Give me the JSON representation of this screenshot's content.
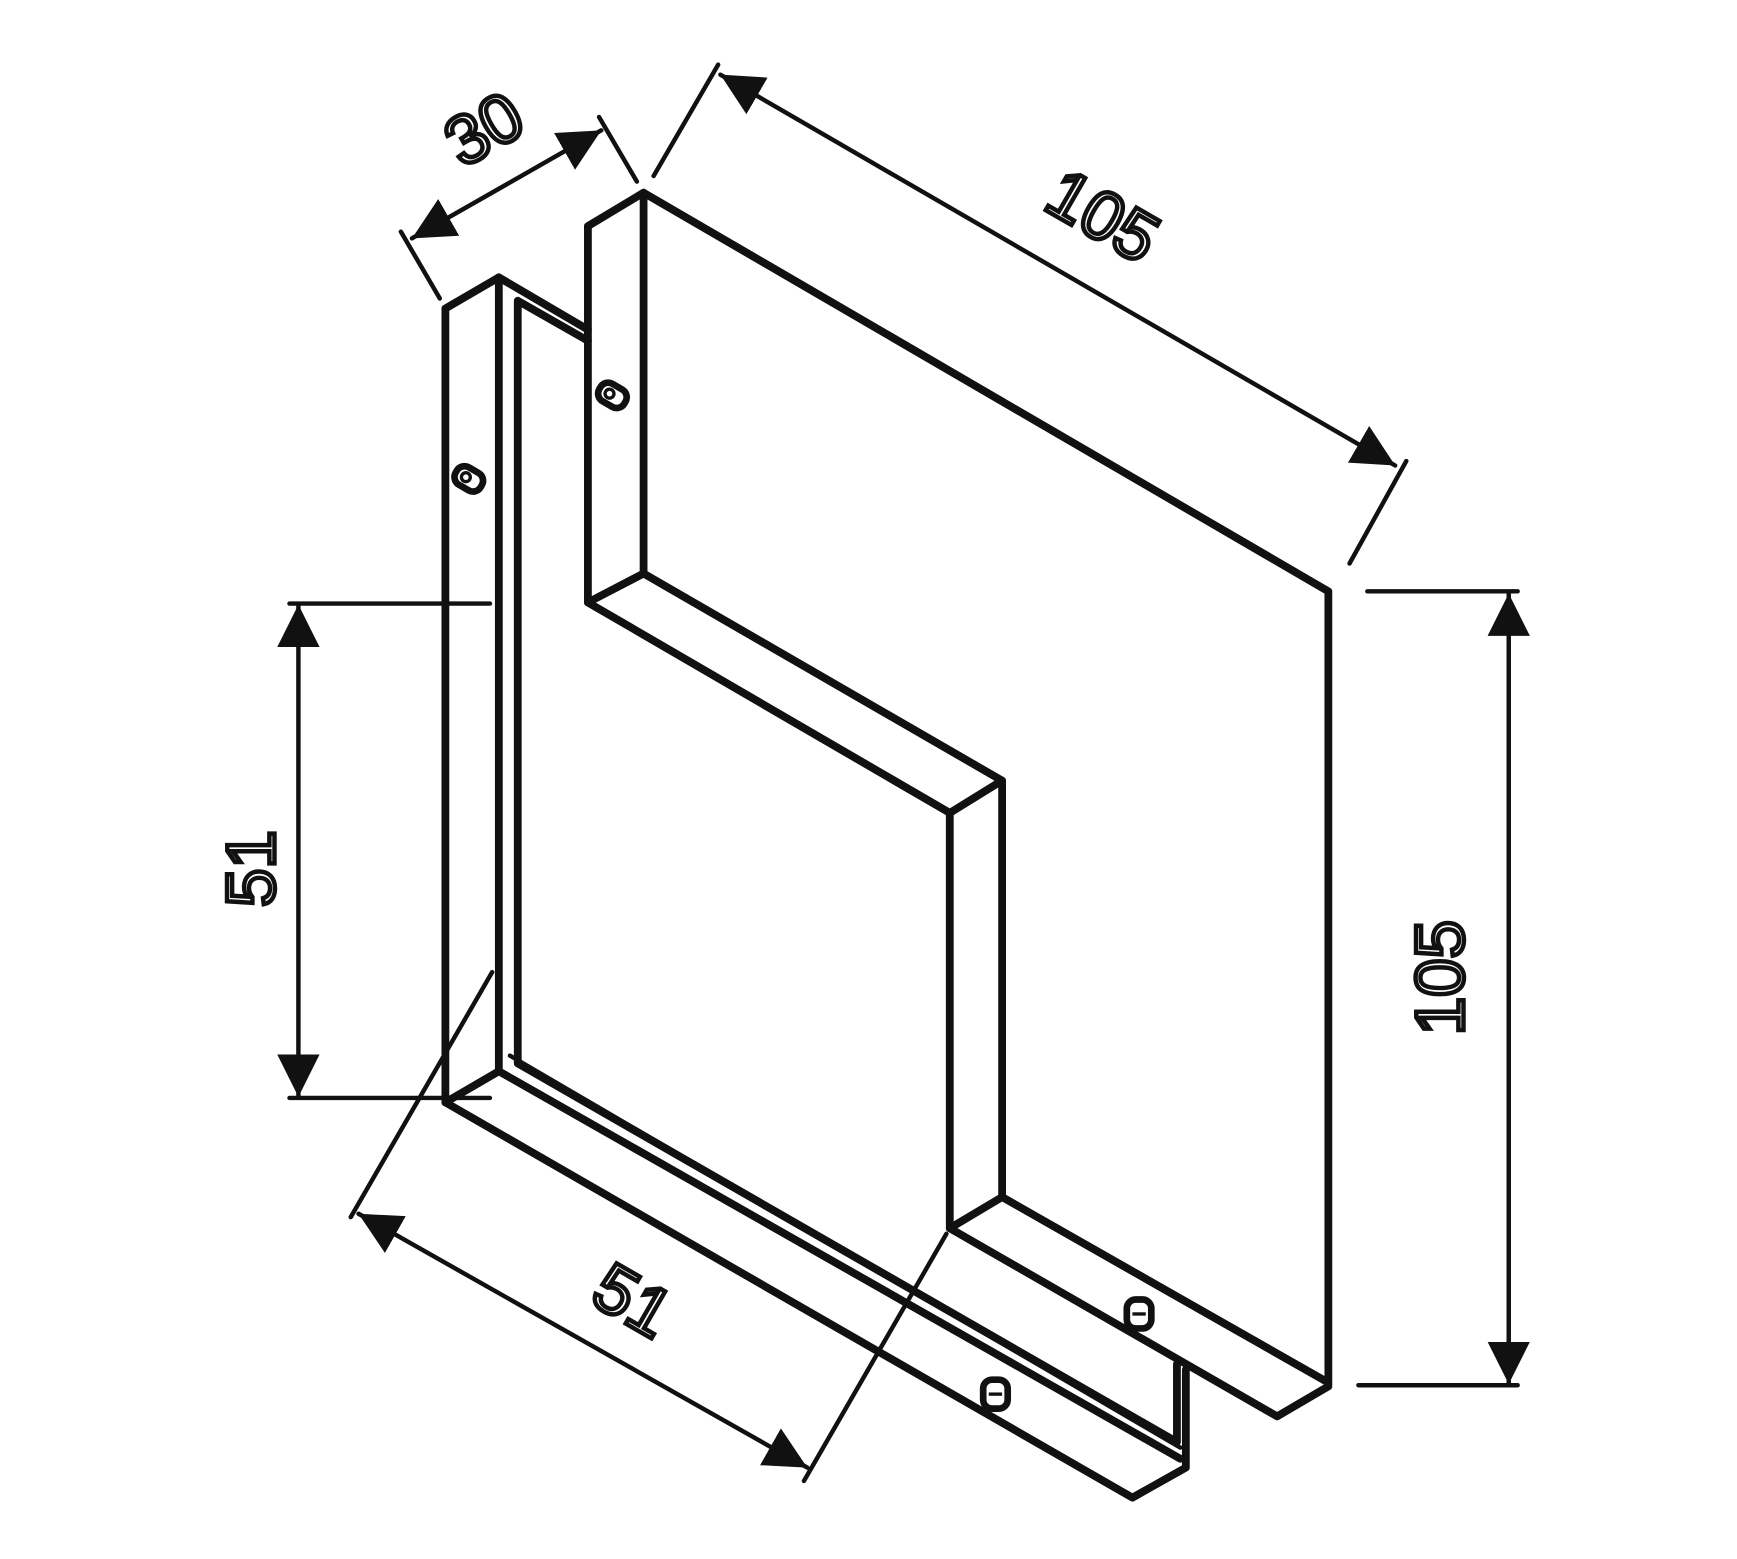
{
  "title": "Corner connector isometric dimension drawing",
  "colors": {
    "line": "#111111",
    "background": "#ffffff"
  },
  "dimensions": {
    "depth": "30",
    "top_length": "105",
    "right_height": "105",
    "left_height": "51",
    "bottom_length": "51"
  }
}
